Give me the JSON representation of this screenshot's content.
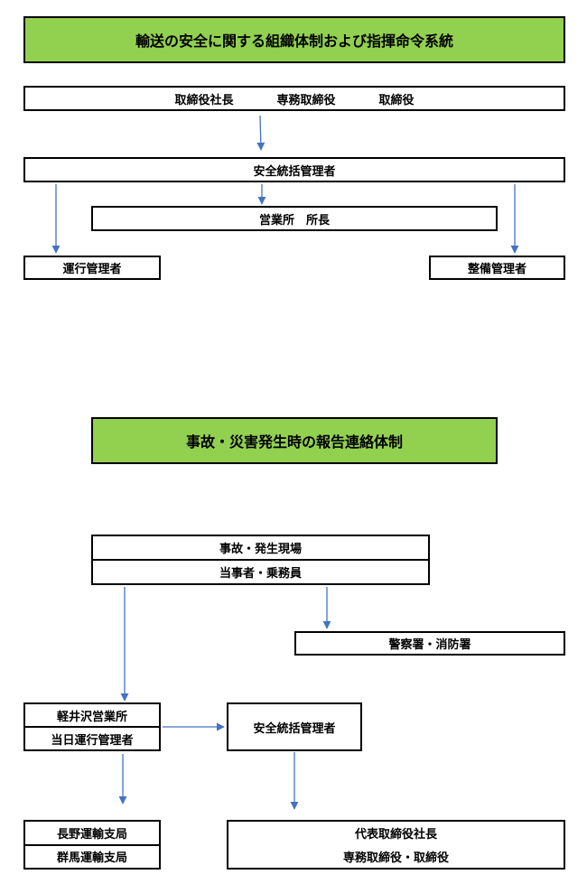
{
  "section1": {
    "title": "輸送の安全に関する組織体制および指揮命令系統",
    "executives": [
      "取締役社長",
      "専務取締役",
      "取締役"
    ],
    "safety_manager": "安全統括管理者",
    "office_head": "営業所　所長",
    "operation_manager": "運行管理者",
    "maintenance_manager": "整備管理者"
  },
  "section2": {
    "title": "事故・災害発生時の報告連絡体制",
    "scene": [
      "事故・発生現場",
      "当事者・乗務員"
    ],
    "police_fire": "警察署・消防署",
    "karuizawa": [
      "軽井沢営業所",
      "当日運行管理者"
    ],
    "safety_manager": "安全統括管理者",
    "transport_bureaus": [
      "長野運輸支局",
      "群馬運輸支局"
    ],
    "top_management": [
      "代表取締役社長",
      "専務取締役・取締役"
    ]
  },
  "colors": {
    "header_green": "#92d050",
    "arrow_blue": "#4472c4"
  }
}
